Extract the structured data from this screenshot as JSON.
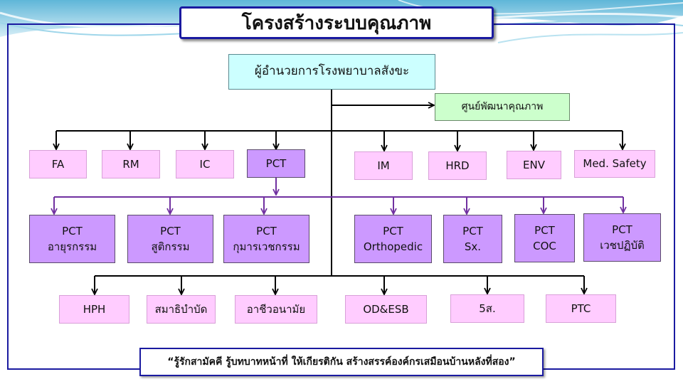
{
  "title": "โครงสร้างระบบคุณภาพ",
  "director": "ผู้อำนวยการโรงพยาบาลสังขะ",
  "quality_center": "ศูนย์พัฒนาคุณภาพ",
  "committees_left": [
    "FA",
    "RM",
    "IC"
  ],
  "pct": "PCT",
  "committees_right": [
    "IM",
    "HRD",
    "ENV",
    "Med. Safety"
  ],
  "pct_teams": [
    {
      "line1": "PCT",
      "line2": "อายุรกรรม"
    },
    {
      "line1": "PCT",
      "line2": "สูติกรรม"
    },
    {
      "line1": "PCT",
      "line2": "กุมารเวชกรรม"
    },
    {
      "line1": "PCT",
      "line2": "Orthopedic"
    },
    {
      "line1": "PCT",
      "line2": "Sx."
    },
    {
      "line1": "PCT",
      "line2": "COC"
    },
    {
      "line1": "PCT",
      "line2": "เวชปฏิบัติ"
    }
  ],
  "bottom_units": [
    "HPH",
    "สมาธิบำบัด",
    "อาชีวอนามัย",
    "OD&ESB",
    "5ส.",
    "PTC"
  ],
  "motto": "“รู้รักสามัคคี  รู้บทบาทหน้าที่   ให้เกียรติกัน   สร้างสรรค์องค์กรเสมือนบ้านหลังที่สอง”",
  "colors": {
    "frame": "#1a1aa0",
    "pink_box": "#ffccff",
    "purple_box": "#cc99ff",
    "director_box": "#ccffff",
    "quality_box": "#ccffcc",
    "purple_connector": "#7030a0"
  }
}
